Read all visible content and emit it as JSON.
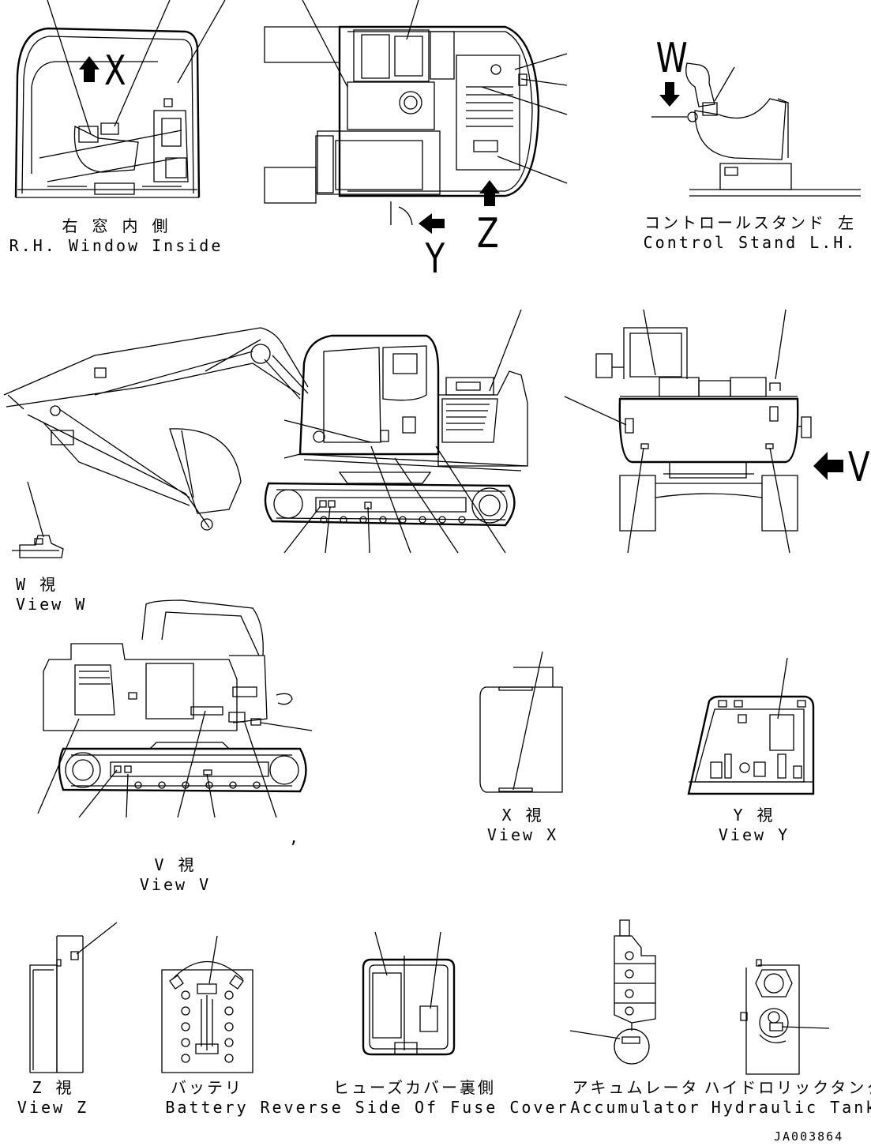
{
  "views": {
    "rh_window": {
      "jp": "右 窓 内 側",
      "en": "R.H. Window Inside"
    },
    "control_stand": {
      "jp": "コントロールスタンド 左",
      "en": "Control Stand L.H."
    },
    "view_w": {
      "jp": "W  視",
      "en": "View W"
    },
    "view_v": {
      "jp": "V  視",
      "en": "View V"
    },
    "view_x": {
      "jp": "X  視",
      "en": "View X"
    },
    "view_y": {
      "jp": "Y  視",
      "en": "View Y"
    },
    "view_z": {
      "jp": "Z  視",
      "en": "View Z"
    },
    "battery": {
      "jp": "バッテリ",
      "en": "Battery"
    },
    "fuse_cover": {
      "jp": "ヒューズカバー裏側",
      "en": "Reverse Side Of Fuse Cover"
    },
    "accumulator": {
      "jp": "アキュムレータ",
      "en": "Accumulator"
    },
    "hydraulic_tank": {
      "jp": "ハイドロリックタンク",
      "en": "Hydraulic Tank"
    }
  },
  "arrow_letters": {
    "x": "X",
    "y": "Y",
    "z": "Z",
    "w": "W",
    "v": "V"
  },
  "stray_mark": ",",
  "drawing_number": "JA003864"
}
